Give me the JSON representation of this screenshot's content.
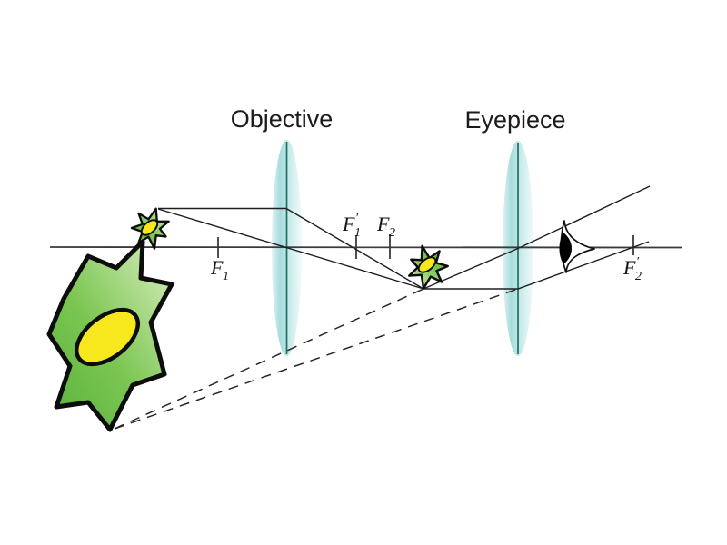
{
  "figure": {
    "type": "compound-microscope-ray-diagram",
    "lens_labels": {
      "objective": "Objective",
      "eyepiece": "Eyepiece"
    },
    "focal_points": {
      "f1": {
        "base": "F",
        "sub": "1",
        "prime": ""
      },
      "f1_prime": {
        "base": "F",
        "sub": "1",
        "prime": "′"
      },
      "f2": {
        "base": "F",
        "sub": "2",
        "prime": ""
      },
      "f2_prime": {
        "base": "F",
        "sub": "2",
        "prime": "′"
      }
    },
    "colors": {
      "background": "#ffffff",
      "lens_fill": "#a6dcdc",
      "lens_plane_line": "#1e6e63",
      "cell_green_dark": "#58b23a",
      "cell_green_light": "#dcefc2",
      "nucleus_yellow": "#f7e81e",
      "outline_black": "#0d0d0d",
      "ray_black": "#1f1f1f",
      "axis_gray": "#3a3a3a"
    }
  }
}
